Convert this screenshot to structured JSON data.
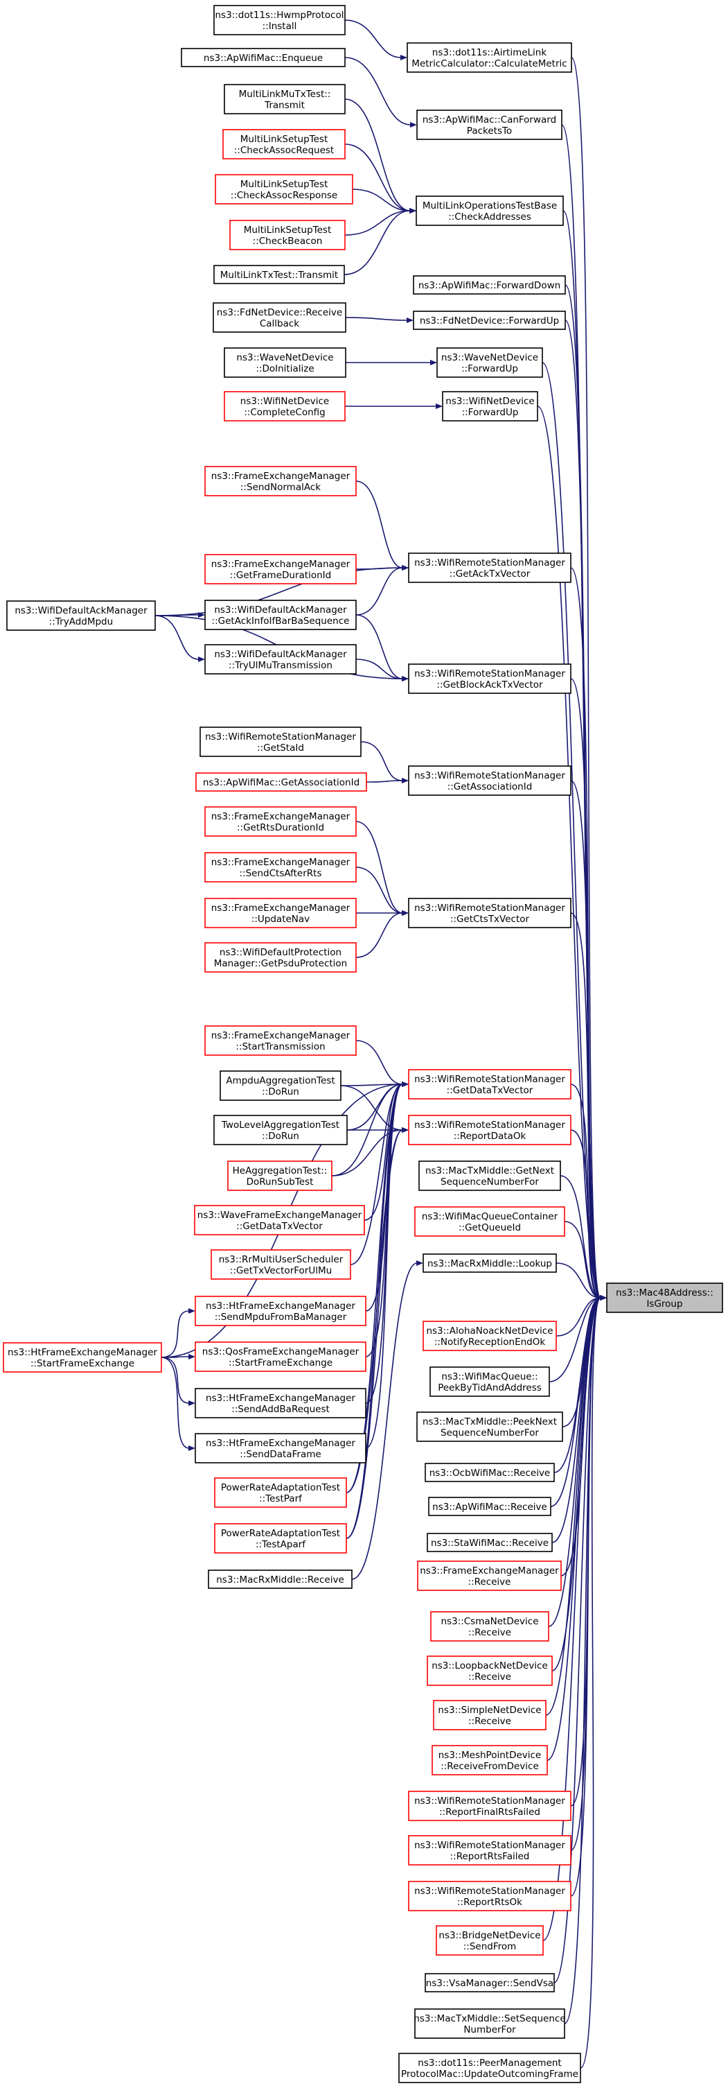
{
  "colors": {
    "edge": "#191970",
    "black_border": "#000000",
    "red_border": "#ff0000",
    "target_fill": "#bfbfbf",
    "background": "#ffffff"
  },
  "target": {
    "id": "target",
    "lines": [
      "ns3::Mac48Address::",
      "IsGroup"
    ]
  },
  "nodes": [
    {
      "id": "n1",
      "lines": [
        "ns3::dot11s::HwmpProtocol",
        "::Install"
      ],
      "border": "black"
    },
    {
      "id": "n2",
      "lines": [
        "ns3::dot11s::AirtimeLink",
        "MetricCalculator::CalculateMetric"
      ],
      "border": "black"
    },
    {
      "id": "n3",
      "lines": [
        "ns3::ApWifiMac::Enqueue"
      ],
      "border": "black"
    },
    {
      "id": "n4",
      "lines": [
        "MultiLinkMuTxTest::",
        "Transmit"
      ],
      "border": "black"
    },
    {
      "id": "n5",
      "lines": [
        "ns3::ApWifiMac::CanForward",
        "PacketsTo"
      ],
      "border": "black"
    },
    {
      "id": "n6",
      "lines": [
        "MultiLinkSetupTest",
        "::CheckAssocRequest"
      ],
      "border": "red"
    },
    {
      "id": "n7",
      "lines": [
        "MultiLinkSetupTest",
        "::CheckAssocResponse"
      ],
      "border": "red"
    },
    {
      "id": "n8",
      "lines": [
        "MultiLinkOperationsTestBase",
        "::CheckAddresses"
      ],
      "border": "black"
    },
    {
      "id": "n9",
      "lines": [
        "MultiLinkSetupTest",
        "::CheckBeacon"
      ],
      "border": "red"
    },
    {
      "id": "n10",
      "lines": [
        "MultiLinkTxTest::Transmit"
      ],
      "border": "black"
    },
    {
      "id": "n11",
      "lines": [
        "ns3::ApWifiMac::ForwardDown"
      ],
      "border": "black"
    },
    {
      "id": "n12",
      "lines": [
        "ns3::FdNetDevice::Receive",
        "Callback"
      ],
      "border": "black"
    },
    {
      "id": "n13",
      "lines": [
        "ns3::FdNetDevice::ForwardUp"
      ],
      "border": "black"
    },
    {
      "id": "n14",
      "lines": [
        "ns3::WaveNetDevice",
        "::DoInitialize"
      ],
      "border": "black"
    },
    {
      "id": "n15",
      "lines": [
        "ns3::WaveNetDevice",
        "::ForwardUp"
      ],
      "border": "black"
    },
    {
      "id": "n16",
      "lines": [
        "ns3::WifiNetDevice",
        "::CompleteConfig"
      ],
      "border": "red"
    },
    {
      "id": "n17",
      "lines": [
        "ns3::WifiNetDevice",
        "::ForwardUp"
      ],
      "border": "black"
    },
    {
      "id": "n18",
      "lines": [
        "ns3::FrameExchangeManager",
        "::SendNormalAck"
      ],
      "border": "red"
    },
    {
      "id": "n19",
      "lines": [
        "ns3::FrameExchangeManager",
        "::GetFrameDurationId"
      ],
      "border": "red"
    },
    {
      "id": "n20",
      "lines": [
        "ns3::WifiRemoteStationManager",
        "::GetAckTxVector"
      ],
      "border": "black"
    },
    {
      "id": "n21",
      "lines": [
        "ns3::WifiDefaultAckManager",
        "::TryAddMpdu"
      ],
      "border": "black"
    },
    {
      "id": "n22",
      "lines": [
        "ns3::WifiDefaultAckManager",
        "::GetAckInfoIfBarBaSequence"
      ],
      "border": "black"
    },
    {
      "id": "n23",
      "lines": [
        "ns3::WifiDefaultAckManager",
        "::TryUlMuTransmission"
      ],
      "border": "black"
    },
    {
      "id": "n24",
      "lines": [
        "ns3::WifiRemoteStationManager",
        "::GetBlockAckTxVector"
      ],
      "border": "black"
    },
    {
      "id": "n25",
      "lines": [
        "ns3::WifiRemoteStationManager",
        "::GetStaId"
      ],
      "border": "black"
    },
    {
      "id": "n26",
      "lines": [
        "ns3::ApWifiMac::GetAssociationId"
      ],
      "border": "red"
    },
    {
      "id": "n27",
      "lines": [
        "ns3::WifiRemoteStationManager",
        "::GetAssociationId"
      ],
      "border": "black"
    },
    {
      "id": "n28",
      "lines": [
        "ns3::FrameExchangeManager",
        "::GetRtsDurationId"
      ],
      "border": "red"
    },
    {
      "id": "n29",
      "lines": [
        "ns3::FrameExchangeManager",
        "::SendCtsAfterRts"
      ],
      "border": "red"
    },
    {
      "id": "n30",
      "lines": [
        "ns3::FrameExchangeManager",
        "::UpdateNav"
      ],
      "border": "red"
    },
    {
      "id": "n31",
      "lines": [
        "ns3::WifiRemoteStationManager",
        "::GetCtsTxVector"
      ],
      "border": "black"
    },
    {
      "id": "n32",
      "lines": [
        "ns3::WifiDefaultProtection",
        "Manager::GetPsduProtection"
      ],
      "border": "red"
    },
    {
      "id": "n33",
      "lines": [
        "ns3::FrameExchangeManager",
        "::StartTransmission"
      ],
      "border": "red"
    },
    {
      "id": "n34",
      "lines": [
        "AmpduAggregationTest",
        "::DoRun"
      ],
      "border": "black"
    },
    {
      "id": "n35",
      "lines": [
        "ns3::WifiRemoteStationManager",
        "::GetDataTxVector"
      ],
      "border": "red"
    },
    {
      "id": "n36",
      "lines": [
        "TwoLevelAggregationTest",
        "::DoRun"
      ],
      "border": "black"
    },
    {
      "id": "n37",
      "lines": [
        "ns3::WifiRemoteStationManager",
        "::ReportDataOk"
      ],
      "border": "red"
    },
    {
      "id": "n38",
      "lines": [
        "HeAggregationTest::",
        "DoRunSubTest"
      ],
      "border": "red"
    },
    {
      "id": "n39",
      "lines": [
        "ns3::MacTxMiddle::GetNext",
        "SequenceNumberFor"
      ],
      "border": "black"
    },
    {
      "id": "n40",
      "lines": [
        "ns3::WaveFrameExchangeManager",
        "::GetDataTxVector"
      ],
      "border": "red"
    },
    {
      "id": "n41",
      "lines": [
        "ns3::WifiMacQueueContainer",
        "::GetQueueId"
      ],
      "border": "red"
    },
    {
      "id": "n42",
      "lines": [
        "ns3::RrMultiUserScheduler",
        "::GetTxVectorForUlMu"
      ],
      "border": "red"
    },
    {
      "id": "n43",
      "lines": [
        "ns3::MacRxMiddle::Lookup"
      ],
      "border": "black"
    },
    {
      "id": "n44",
      "lines": [
        "ns3::HtFrameExchangeManager",
        "::SendMpduFromBaManager"
      ],
      "border": "red"
    },
    {
      "id": "n45",
      "lines": [
        "ns3::AlohaNoackNetDevice",
        "::NotifyReceptionEndOk"
      ],
      "border": "red"
    },
    {
      "id": "n46",
      "lines": [
        "ns3::HtFrameExchangeManager",
        "::StartFrameExchange"
      ],
      "border": "red"
    },
    {
      "id": "n47",
      "lines": [
        "ns3::QosFrameExchangeManager",
        "::StartFrameExchange"
      ],
      "border": "red"
    },
    {
      "id": "n48",
      "lines": [
        "ns3::WifiMacQueue::",
        "PeekByTidAndAddress"
      ],
      "border": "black"
    },
    {
      "id": "n49",
      "lines": [
        "ns3::HtFrameExchangeManager",
        "::SendAddBaRequest"
      ],
      "border": "black"
    },
    {
      "id": "n50",
      "lines": [
        "ns3::MacTxMiddle::PeekNext",
        "SequenceNumberFor"
      ],
      "border": "black"
    },
    {
      "id": "n51",
      "lines": [
        "ns3::HtFrameExchangeManager",
        "::SendDataFrame"
      ],
      "border": "black"
    },
    {
      "id": "n52",
      "lines": [
        "ns3::OcbWifiMac::Receive"
      ],
      "border": "black"
    },
    {
      "id": "n53",
      "lines": [
        "PowerRateAdaptationTest",
        "::TestParf"
      ],
      "border": "red"
    },
    {
      "id": "n54",
      "lines": [
        "ns3::ApWifiMac::Receive"
      ],
      "border": "black"
    },
    {
      "id": "n55",
      "lines": [
        "PowerRateAdaptationTest",
        "::TestAparf"
      ],
      "border": "red"
    },
    {
      "id": "n56",
      "lines": [
        "ns3::StaWifiMac::Receive"
      ],
      "border": "black"
    },
    {
      "id": "n57",
      "lines": [
        "ns3::MacRxMiddle::Receive"
      ],
      "border": "black"
    },
    {
      "id": "n58",
      "lines": [
        "ns3::FrameExchangeManager",
        "::Receive"
      ],
      "border": "red"
    },
    {
      "id": "n59",
      "lines": [
        "ns3::CsmaNetDevice",
        "::Receive"
      ],
      "border": "red"
    },
    {
      "id": "n60",
      "lines": [
        "ns3::LoopbackNetDevice",
        "::Receive"
      ],
      "border": "red"
    },
    {
      "id": "n61",
      "lines": [
        "ns3::SimpleNetDevice",
        "::Receive"
      ],
      "border": "red"
    },
    {
      "id": "n62",
      "lines": [
        "ns3::MeshPointDevice",
        "::ReceiveFromDevice"
      ],
      "border": "red"
    },
    {
      "id": "n63",
      "lines": [
        "ns3::WifiRemoteStationManager",
        "::ReportFinalRtsFailed"
      ],
      "border": "red"
    },
    {
      "id": "n64",
      "lines": [
        "ns3::WifiRemoteStationManager",
        "::ReportRtsFailed"
      ],
      "border": "red"
    },
    {
      "id": "n65",
      "lines": [
        "ns3::WifiRemoteStationManager",
        "::ReportRtsOk"
      ],
      "border": "red"
    },
    {
      "id": "n66",
      "lines": [
        "ns3::BridgeNetDevice",
        "::SendFrom"
      ],
      "border": "red"
    },
    {
      "id": "n67",
      "lines": [
        "ns3::VsaManager::SendVsa"
      ],
      "border": "black"
    },
    {
      "id": "n68",
      "lines": [
        "ns3::MacTxMiddle::SetSequence",
        "NumberFor"
      ],
      "border": "black"
    },
    {
      "id": "n69",
      "lines": [
        "ns3::dot11s::PeerManagement",
        "ProtocolMac::UpdateOutcomingFrame"
      ],
      "border": "black"
    }
  ],
  "edges": [
    [
      "n1",
      "n2"
    ],
    [
      "n3",
      "n5"
    ],
    [
      "n4",
      "n8"
    ],
    [
      "n6",
      "n8"
    ],
    [
      "n7",
      "n8"
    ],
    [
      "n9",
      "n8"
    ],
    [
      "n10",
      "n8"
    ],
    [
      "n12",
      "n13"
    ],
    [
      "n14",
      "n15"
    ],
    [
      "n16",
      "n17"
    ],
    [
      "n18",
      "n20"
    ],
    [
      "n19",
      "n20"
    ],
    [
      "n21",
      "n20"
    ],
    [
      "n22",
      "n20"
    ],
    [
      "n21",
      "n22"
    ],
    [
      "n21",
      "n23"
    ],
    [
      "n21",
      "n24"
    ],
    [
      "n22",
      "n24"
    ],
    [
      "n23",
      "n24"
    ],
    [
      "n25",
      "n27"
    ],
    [
      "n26",
      "n27"
    ],
    [
      "n28",
      "n31"
    ],
    [
      "n29",
      "n31"
    ],
    [
      "n30",
      "n31"
    ],
    [
      "n32",
      "n31"
    ],
    [
      "n33",
      "n35"
    ],
    [
      "n34",
      "n35"
    ],
    [
      "n36",
      "n35"
    ],
    [
      "n38",
      "n35"
    ],
    [
      "n40",
      "n35"
    ],
    [
      "n42",
      "n35"
    ],
    [
      "n44",
      "n35"
    ],
    [
      "n47",
      "n35"
    ],
    [
      "n49",
      "n35"
    ],
    [
      "n51",
      "n35"
    ],
    [
      "n53",
      "n35"
    ],
    [
      "n55",
      "n35"
    ],
    [
      "n46",
      "n35"
    ],
    [
      "n34",
      "n37"
    ],
    [
      "n36",
      "n37"
    ],
    [
      "n38",
      "n37"
    ],
    [
      "n53",
      "n37"
    ],
    [
      "n55",
      "n37"
    ],
    [
      "n46",
      "n44"
    ],
    [
      "n46",
      "n47"
    ],
    [
      "n46",
      "n49"
    ],
    [
      "n46",
      "n51"
    ],
    [
      "n57",
      "n43"
    ],
    [
      "n2",
      "target"
    ],
    [
      "n5",
      "target"
    ],
    [
      "n8",
      "target"
    ],
    [
      "n11",
      "target"
    ],
    [
      "n13",
      "target"
    ],
    [
      "n15",
      "target"
    ],
    [
      "n17",
      "target"
    ],
    [
      "n20",
      "target"
    ],
    [
      "n24",
      "target"
    ],
    [
      "n27",
      "target"
    ],
    [
      "n31",
      "target"
    ],
    [
      "n35",
      "target"
    ],
    [
      "n37",
      "target"
    ],
    [
      "n39",
      "target"
    ],
    [
      "n41",
      "target"
    ],
    [
      "n43",
      "target"
    ],
    [
      "n45",
      "target"
    ],
    [
      "n48",
      "target"
    ],
    [
      "n50",
      "target"
    ],
    [
      "n52",
      "target"
    ],
    [
      "n54",
      "target"
    ],
    [
      "n56",
      "target"
    ],
    [
      "n58",
      "target"
    ],
    [
      "n59",
      "target"
    ],
    [
      "n60",
      "target"
    ],
    [
      "n61",
      "target"
    ],
    [
      "n62",
      "target"
    ],
    [
      "n63",
      "target"
    ],
    [
      "n64",
      "target"
    ],
    [
      "n65",
      "target"
    ],
    [
      "n66",
      "target"
    ],
    [
      "n67",
      "target"
    ],
    [
      "n68",
      "target"
    ],
    [
      "n69",
      "target"
    ]
  ]
}
